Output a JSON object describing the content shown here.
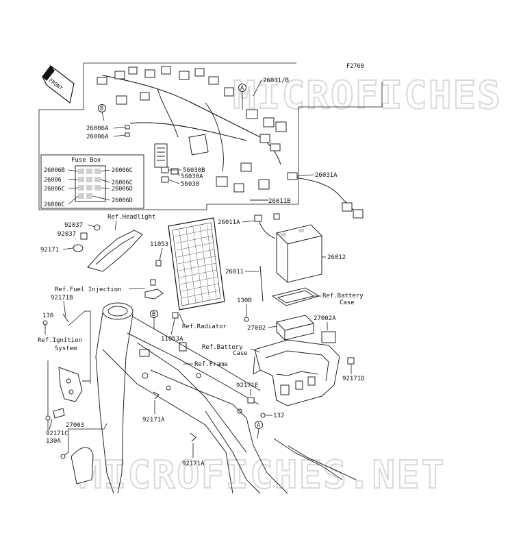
{
  "figure_code": "F2760",
  "front_marker": "FRONT",
  "watermarks": [
    "MICROFICHES.NET",
    "MICROFICHES.NET"
  ],
  "fuse_box": {
    "title": "Fuse Box",
    "left_labels": [
      "26006B",
      "26006",
      "26006C",
      "26006C"
    ],
    "right_labels": [
      "26006C",
      "26006C",
      "26006D",
      "26006D"
    ]
  },
  "labels": {
    "p26031B": "26031/B",
    "p26006A_1": "26006A",
    "p26006A_2": "26006A",
    "p56030B": "56030B",
    "p56030A": "56030A",
    "p56030": "56030",
    "p26031A": "26031A",
    "p26011B": "26011B",
    "p26011A": "26011A",
    "p26012": "26012",
    "p26011": "26011",
    "p130B": "130B",
    "p27002": "27002",
    "p27002A": "27002A",
    "p92037_1": "92037",
    "p92037_2": "92037",
    "p92171": "92171",
    "p11053": "11053",
    "p92171B": "92171B",
    "p130": "130",
    "p11053A": "11053A",
    "p92171E": "92171E",
    "p92171D": "92171D",
    "p92171A_1": "92171A",
    "p92171A_2": "92171A",
    "p132": "132",
    "p92171C": "92171C",
    "p130A": "130A",
    "p27003": "27003"
  },
  "refs": {
    "headlight": "Ref.Headlight",
    "fuel_injection": "Ref.Fuel Injection",
    "ignition_1": "Ref.Ignition",
    "ignition_2": "System",
    "radiator": "Ref.Radiator",
    "frame": "Ref.Frame",
    "battery_case_r1": "Ref.Battery",
    "battery_case_r2": "Case",
    "battery_case_l1": "Ref.Battery",
    "battery_case_l2": "Case"
  },
  "callouts": {
    "a_top": "A",
    "b_top": "B",
    "b_mid": "B",
    "a_bottom": "A"
  }
}
